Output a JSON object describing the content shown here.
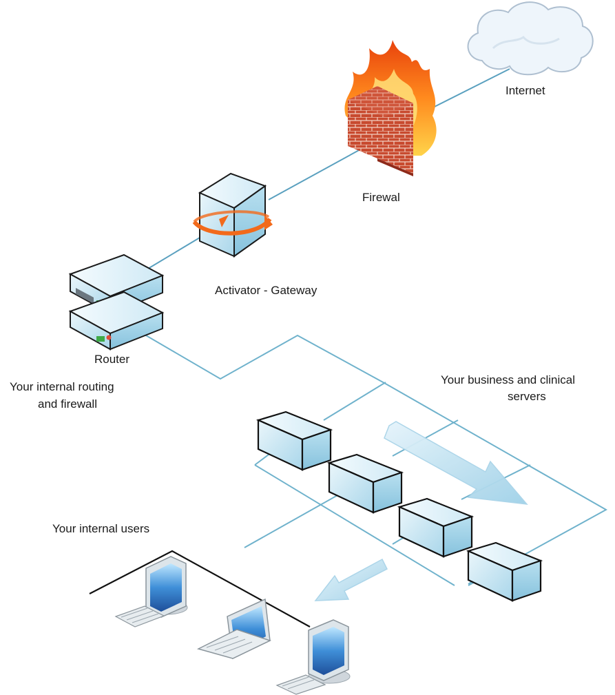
{
  "labels": {
    "internet": "Internet",
    "firewall": "Firewal",
    "gateway": "Activator - Gateway",
    "router": "Router",
    "internal_routing_1": "Your internal routing",
    "internal_routing_2": "and firewall",
    "servers_1": "Your business and clinical",
    "servers_2": "servers",
    "users": "Your internal users"
  },
  "icons": {
    "internet": "cloud-icon",
    "firewall": "firewall-icon",
    "gateway": "gateway-server-icon",
    "router": "router-icon",
    "servers": "server-box-icon",
    "desktop": "desktop-computer-icon",
    "laptop": "laptop-icon",
    "flow": "arrow-icon"
  },
  "colors": {
    "link": "#5aa0bf",
    "box_face": "#c8e6f3",
    "brick": "#c6402c",
    "flame": "#ff7a1a",
    "user_lan": "#111111"
  }
}
